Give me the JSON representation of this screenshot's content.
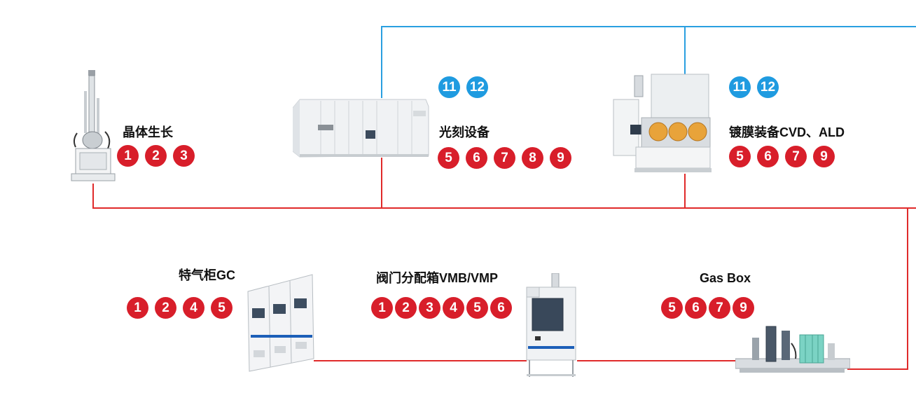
{
  "colors": {
    "red": "#d81e2a",
    "blue": "#1f9be0",
    "line_red": "#e02a2a",
    "line_blue": "#2a9fe0"
  },
  "nodes": [
    {
      "id": "crystal",
      "label": "晶体生长",
      "badges": [
        "1",
        "2",
        "3"
      ],
      "icon": "crystal-grower-icon"
    },
    {
      "id": "litho",
      "label": "光刻设备",
      "badges": [
        "5",
        "6",
        "7",
        "8",
        "9"
      ],
      "top_badges": [
        "11",
        "12"
      ],
      "icon": "lithography-machine-icon"
    },
    {
      "id": "cvd",
      "label": "镀膜装备CVD、ALD",
      "badges": [
        "5",
        "6",
        "7",
        "9"
      ],
      "top_badges": [
        "11",
        "12"
      ],
      "icon": "cvd-ald-tool-icon"
    },
    {
      "id": "gc",
      "label": "特气柜GC",
      "badges": [
        "1",
        "2",
        "4",
        "5"
      ],
      "icon": "gas-cabinet-icon"
    },
    {
      "id": "vmb",
      "label": "阀门分配箱VMB/VMP",
      "badges": [
        "1",
        "2",
        "3",
        "4",
        "5",
        "6"
      ],
      "icon": "valve-box-icon"
    },
    {
      "id": "gasbox",
      "label": "Gas Box",
      "badges": [
        "5",
        "6",
        "7",
        "9"
      ],
      "icon": "gas-box-icon"
    }
  ]
}
